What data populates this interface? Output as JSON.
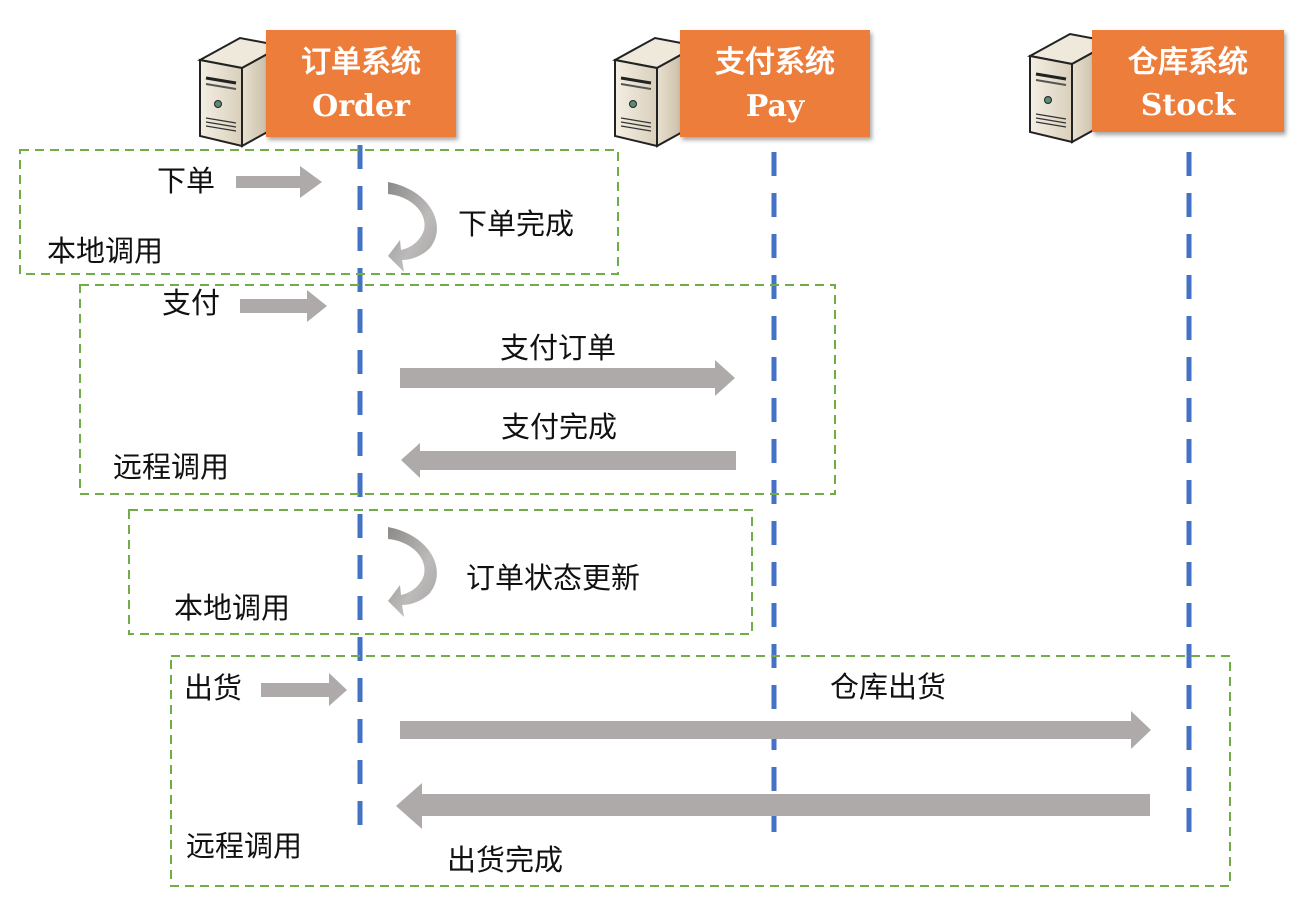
{
  "colors": {
    "system_box": "#ed7d3a",
    "lifeline": "#4472c4",
    "group_border": "#70ad47",
    "arrow": "#aeaaaa",
    "text": "#111111"
  },
  "systems": [
    {
      "name_cn": "订单系统",
      "name_en": "Order",
      "icon": "server-icon"
    },
    {
      "name_cn": "支付系统",
      "name_en": "Pay",
      "icon": "server-icon"
    },
    {
      "name_cn": "仓库系统",
      "name_en": "Stock",
      "icon": "server-icon"
    }
  ],
  "groups": [
    {
      "type_label": "本地调用",
      "trigger": "下单",
      "messages": [
        {
          "label": "下单完成",
          "kind": "self"
        }
      ]
    },
    {
      "type_label": "远程调用",
      "trigger": "支付",
      "messages": [
        {
          "label": "支付订单",
          "kind": "request"
        },
        {
          "label": "支付完成",
          "kind": "response"
        }
      ]
    },
    {
      "type_label": "本地调用",
      "trigger": "",
      "messages": [
        {
          "label": "订单状态更新",
          "kind": "self"
        }
      ]
    },
    {
      "type_label": "远程调用",
      "trigger": "出货",
      "messages": [
        {
          "label": "仓库出货",
          "kind": "request"
        },
        {
          "label": "出货完成",
          "kind": "response"
        }
      ]
    }
  ]
}
